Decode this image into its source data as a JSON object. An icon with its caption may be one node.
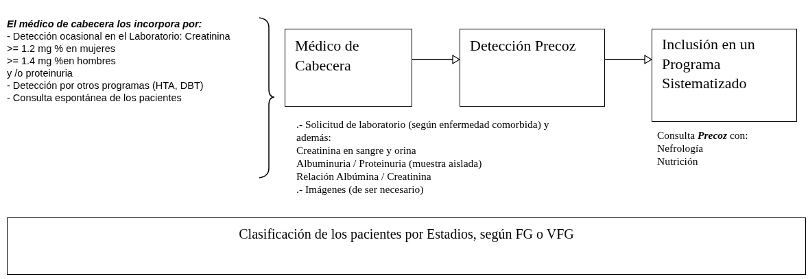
{
  "diagram": {
    "nodes": [
      {
        "text": [
          "Médico de Cabecera"
        ],
        "beside": [
          "El médico de cabecera los incorpora por:",
          "- Detección ocasional en el Laboratorio: Creatinina",
          ">= 1.2 mg % en mujeres",
          ">= 1.4 mg %en hombres",
          "y /o proteinuria",
          "- Detección por otros programas (HTA, DBT)",
          "- Consulta espontánea de los pacientes"
        ]
      },
      {
        "text": [
          "Detección Precoz"
        ],
        "beside": [
          ".- Solicitud de laboratorio (según enfermedad comorbida) y además:",
          "Creatinina en sangre y orina",
          "Albuminuria / Proteinuria  (muestra aislada)",
          "Relación Albúmina / Creatinina",
          ".- Imágenes (de ser necesario)"
        ]
      },
      {
        "text": [
          "Inclusión en un Programa Sistematizado"
        ],
        "beside": [
          "Consulta **Precoz** con:",
          "Nefrología",
          "Nutrición"
        ]
      },
      {
        "text": [
          "Clasificación de los pacientes por Estadios, según FG o VFG"
        ]
      }
    ],
    "edges": [
      {
        "from": 0,
        "to": 1,
        "arrow": "to"
      },
      {
        "from": 1,
        "to": 2,
        "arrow": "to"
      }
    ]
  }
}
